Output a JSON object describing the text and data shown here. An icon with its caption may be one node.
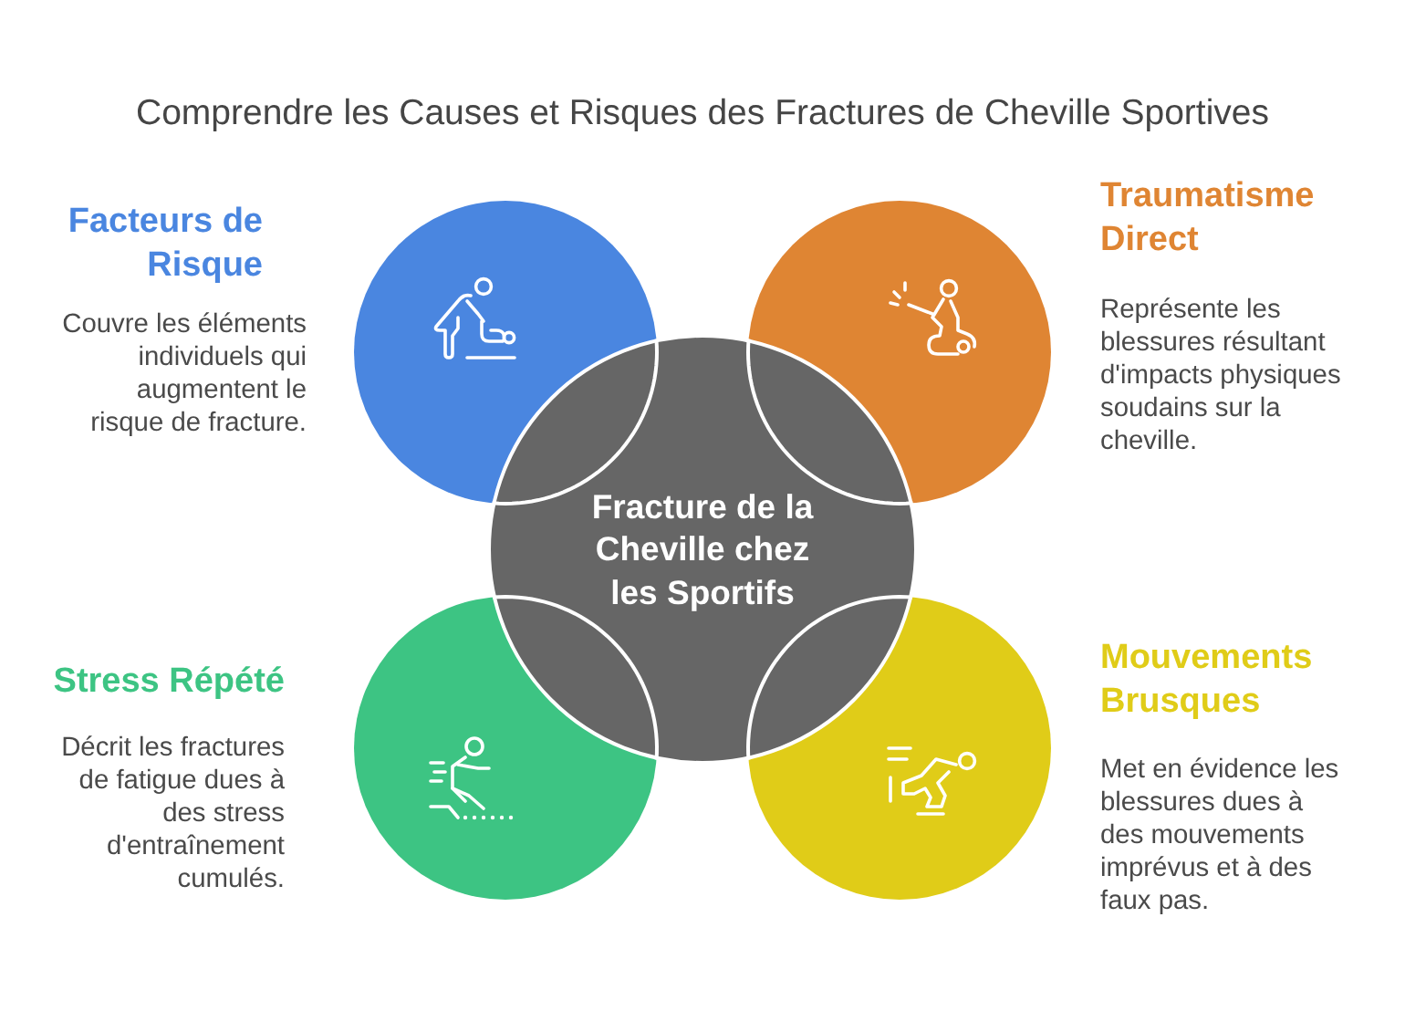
{
  "diagram": {
    "title": "Comprendre les Causes et Risques des Fractures de Cheville Sportives",
    "nodes": [
      {
        "text": [
          "Facteurs de Risque",
          "Couvre les éléments individuels qui augmentent le risque de fracture."
        ]
      },
      {
        "text": [
          "Traumatisme Direct",
          "Représente les blessures résultant d'impacts physiques soudains sur la cheville."
        ]
      },
      {
        "text": [
          "Fracture de la Cheville chez les Sportifs"
        ]
      },
      {
        "text": [
          "Stress Répété",
          "Décrit les fractures de fatigue dues à des stress d'entraînement cumulés."
        ]
      },
      {
        "text": [
          "Mouvements Brusques",
          "Met en évidence les blessures dues à des mouvements imprévus et à des faux pas."
        ]
      }
    ]
  }
}
